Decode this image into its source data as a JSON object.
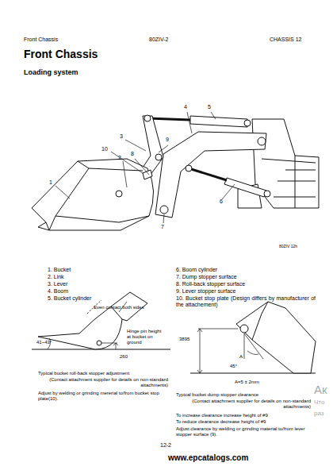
{
  "diagram": {
    "title": "Front Chassis",
    "labels": [
      "Front Chassis",
      "80ZIV-2",
      "CHASSIS 12",
      "Loading system",
      "4",
      "5",
      "3",
      "9",
      "10",
      "8",
      "2",
      "1",
      "6",
      "7",
      "80ZIV 12h",
      "1. Bucket",
      "2. Link",
      "3. Lever",
      "4. Boom",
      "5. Bucket cylinder",
      "6. Boom cylinder",
      "7. Dump stopper surface",
      "8. Roll-back stopper surface",
      "9. Lever stopper surface",
      "10. Bucket stop plate (Design differs by manufacturer of the attachement)",
      "Even contact both sides",
      "41~43°",
      "Hinge pin height at bucket on ground",
      "260",
      "Typical bucket roll-back stopper adjustment",
      "(Contact attachment supplier for details on non-standard attachments)",
      "Adjust by welding or grinding mererial to/from bucket stop plate(10).",
      "3895",
      "A",
      "45°",
      "A=5 ± 2mm",
      "Typical bucket dump stopper clearance",
      "(Contact attachment supplier for details on non-standard attachments)",
      "To increase clearance increase height of #9",
      "To reduce clearance decrease height of #9",
      "Adjust clearance by welding or grinding material to/from lever stopper surface (9).",
      "12-2",
      "www.epcatalogs.com",
      "Ак",
      "Что",
      "раз"
    ]
  }
}
